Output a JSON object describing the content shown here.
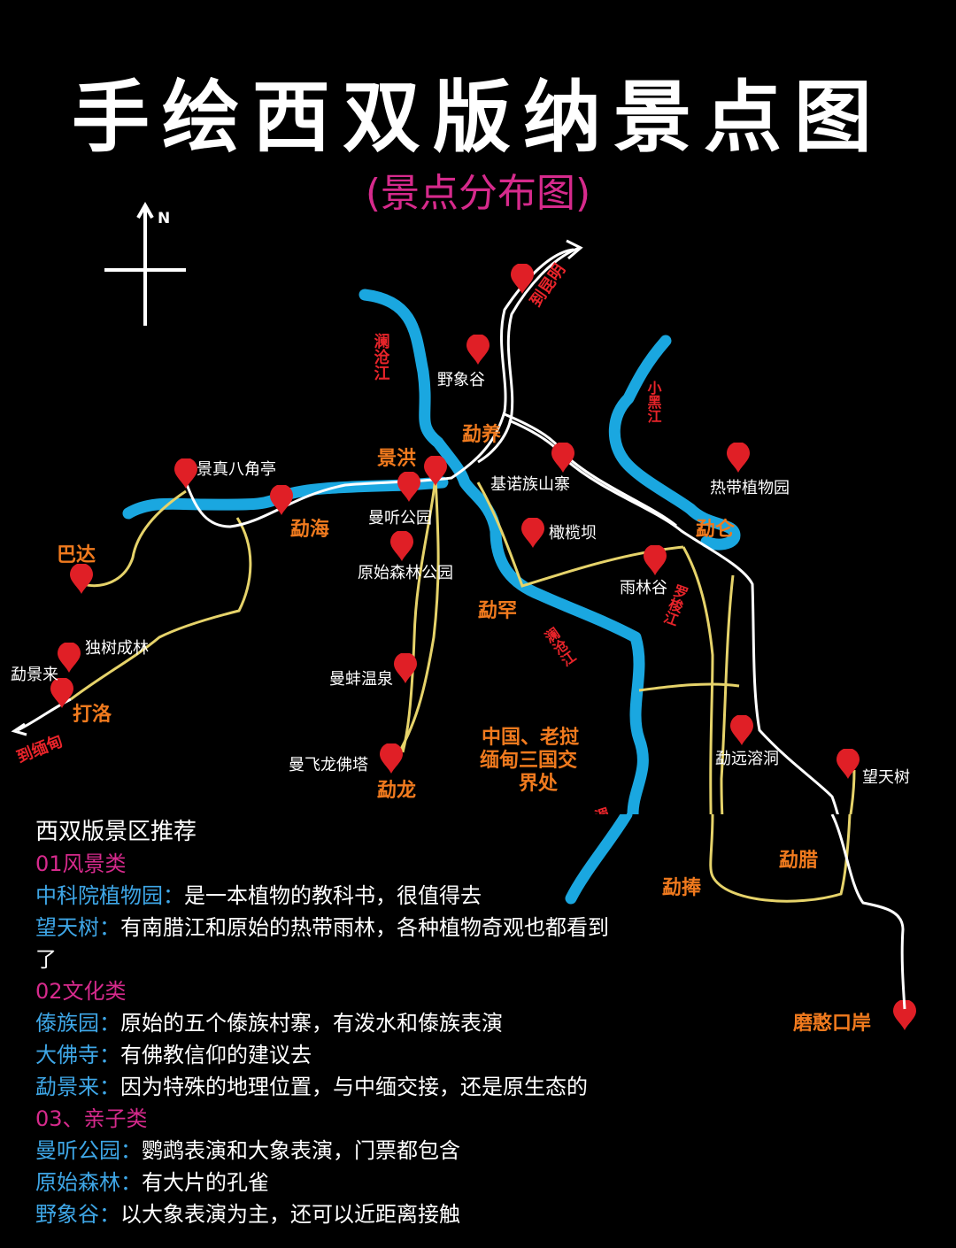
{
  "title": "手绘西双版纳景点图",
  "subtitle": "(景点分布图)",
  "colors": {
    "river": "#1aa7e0",
    "road_white": "#ffffff",
    "road_yellow": "#e6d36a",
    "pin": "#e01f26",
    "town": "#f07a1e",
    "section_pink": "#d62a8c",
    "key_blue": "#3ea6e6"
  },
  "compass": {
    "north": "N"
  },
  "arrows": {
    "kunming": "到昆明",
    "myanmar": "到缅甸"
  },
  "rivers": [
    "澜沧江",
    "小黑江",
    "罗梭江",
    "澜沧江",
    "湄公河"
  ],
  "towns": [
    "景洪",
    "勐养",
    "勐海",
    "勐仑",
    "巴达",
    "勐罕",
    "打洛",
    "勐龙",
    "勐腊",
    "勐捧",
    "磨憨口岸"
  ],
  "spots": [
    "野象谷",
    "景真八角亭",
    "基诺族山寨",
    "热带植物园",
    "曼听公园",
    "橄榄坝",
    "原始森林公园",
    "雨林谷",
    "独树成林",
    "勐景来",
    "曼蚌温泉",
    "曼飞龙佛塔",
    "勐远溶洞",
    "望天树"
  ],
  "border": [
    "中国、老挝",
    "缅甸三国交",
    "界处"
  ],
  "recommend": {
    "title": "西双版景区推荐",
    "sections": [
      {
        "label": "01风景类",
        "items": [
          {
            "k": "中科院植物园：",
            "v": "是一本植物的教科书，很值得去"
          },
          {
            "k": "望天树：",
            "v": "有南腊江和原始的热带雨林，各种植物奇观也都看到"
          },
          {
            "k": "",
            "v": "了"
          }
        ]
      },
      {
        "label": "02文化类",
        "items": [
          {
            "k": "傣族园：",
            "v": "原始的五个傣族村寨，有泼水和傣族表演"
          },
          {
            "k": "大佛寺：",
            "v": "有佛教信仰的建议去"
          },
          {
            "k": "勐景来：",
            "v": "因为特殊的地理位置，与中缅交接，还是原生态的"
          }
        ]
      },
      {
        "label": "03、亲子类",
        "items": [
          {
            "k": "曼听公园：",
            "v": "鹦鹉表演和大象表演，门票都包含"
          },
          {
            "k": "原始森林：",
            "v": "有大片的孔雀"
          },
          {
            "k": "野象谷：",
            "v": "以大象表演为主，还可以近距离接触"
          }
        ]
      }
    ]
  }
}
